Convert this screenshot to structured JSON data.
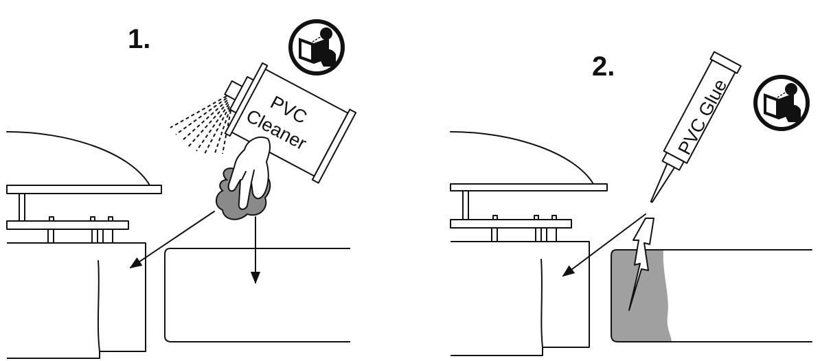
{
  "colors": {
    "ink": "#111111",
    "glue_area": "#a0a0a0",
    "cloth": "#8a8a8a",
    "background": "#ffffff"
  },
  "icons": [
    "read-manual-icon",
    "read-manual-icon"
  ],
  "step1": {
    "number": "1.",
    "can_label_line1": "PVC",
    "can_label_line2": "Cleaner"
  },
  "step2": {
    "number": "2.",
    "tube_label": "PVC Glue"
  }
}
